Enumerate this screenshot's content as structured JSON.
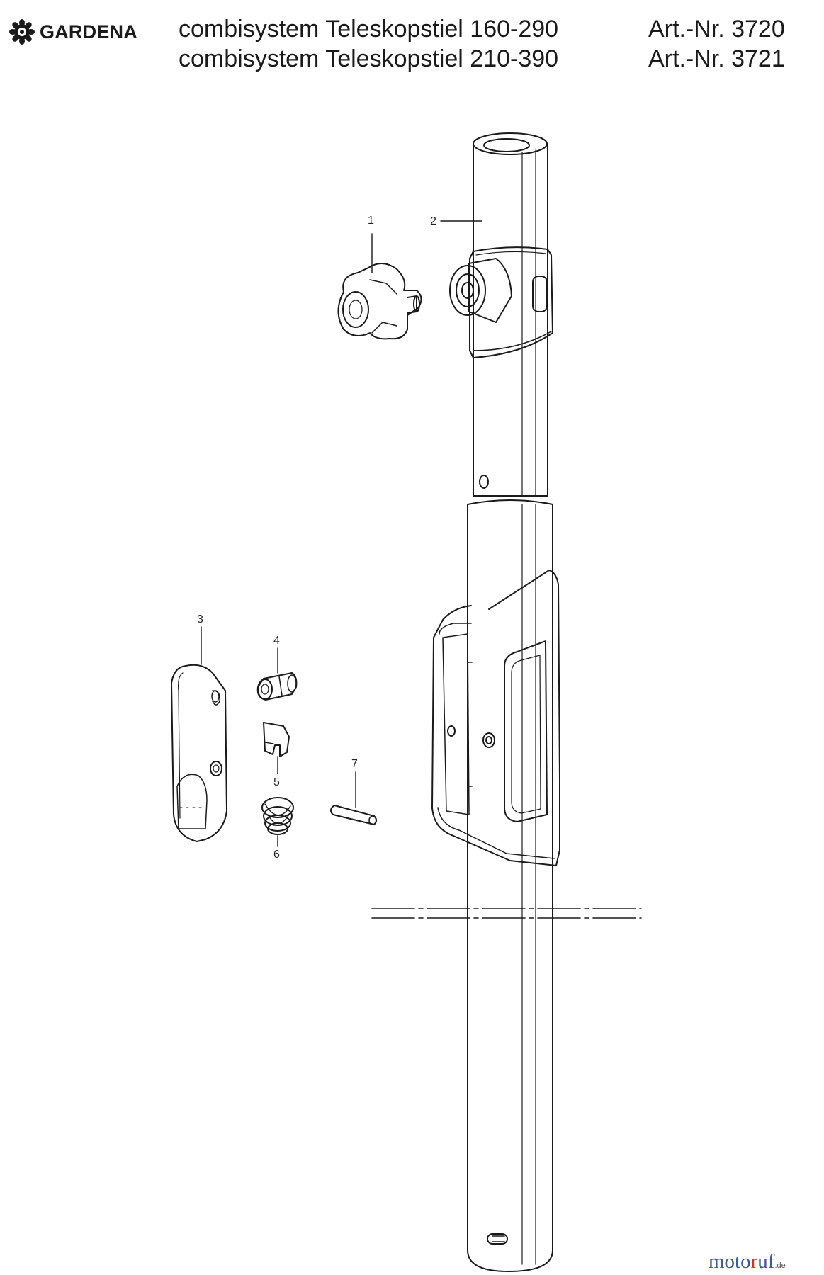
{
  "header": {
    "brand": "GARDENA",
    "title_lines": [
      "combisystem Teleskopstiel 160-290",
      "combisystem Teleskopstiel 210-390"
    ],
    "article_numbers": [
      "Art.-Nr. 3720",
      "Art.-Nr. 3721"
    ]
  },
  "callouts": [
    "1",
    "2",
    "3",
    "4",
    "5",
    "6",
    "7"
  ],
  "watermark": {
    "part1": "moto",
    "part2": "r",
    "part3": "uf",
    "suffix": ".de"
  },
  "colors": {
    "line": "#1a1a1a",
    "watermark_blue": "#3a57a8",
    "watermark_red": "#d2342b"
  }
}
